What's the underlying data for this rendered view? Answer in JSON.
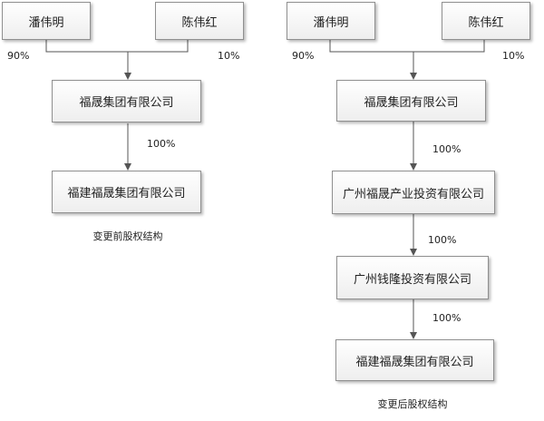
{
  "before": {
    "shareholder_a": "潘伟明",
    "shareholder_b": "陈伟红",
    "pct_a": "90%",
    "pct_b": "10%",
    "parent_company": "福晟集团有限公司",
    "pct_parent_to_child": "100%",
    "subsidiary": "福建福晟集团有限公司",
    "caption": "变更前股权结构"
  },
  "after": {
    "shareholder_a": "潘伟明",
    "shareholder_b": "陈伟红",
    "pct_a": "90%",
    "pct_b": "10%",
    "parent_company": "福晟集团有限公司",
    "pct_1": "100%",
    "mid_company_1": "广州福晟产业投资有限公司",
    "pct_2": "100%",
    "mid_company_2": "广州钱隆投资有限公司",
    "pct_3": "100%",
    "subsidiary": "福建福晟集团有限公司",
    "caption": "变更后股权结构"
  },
  "colors": {
    "line": "#555555",
    "box_border": "#8f8f8f"
  }
}
